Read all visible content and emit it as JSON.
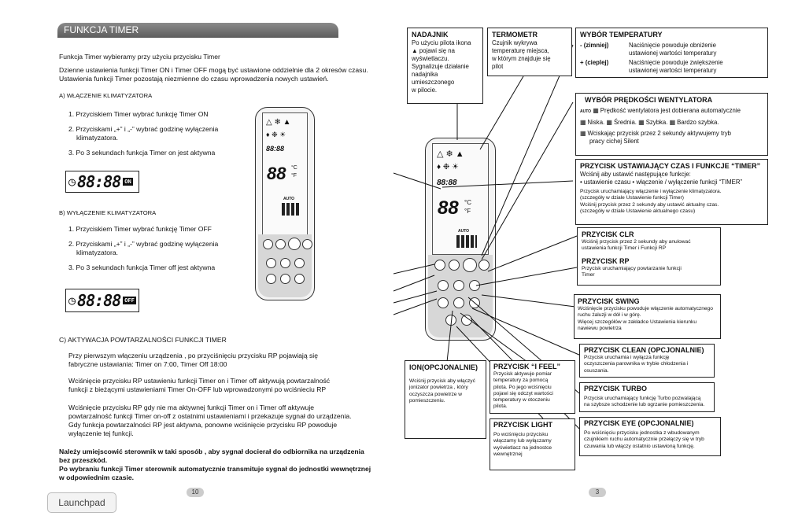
{
  "left": {
    "header": "FUNKCJA TIMER",
    "intro": "Funkcja Timer wybieramy przy użyciu przycisku Timer",
    "para1": "Dzienne ustawienia funkcji Timer ON i Timer OFF mogą być ustawione oddzielnie dla 2 okresów czasu.",
    "para2": "Ustawienia funkcji Timer pozostają niezmienne do czasu wprowadzenia nowych ustawień.",
    "secA": "A)  WŁĄCZENIE KLIMATYZATORA",
    "a1": "1.  Przyciskiem Timer wybrać funkcję Timer ON",
    "a2a": "2.  Przyciskami „+” i „-” wybrać godzinę wyłączenia",
    "a2b": "klimatyzatora.",
    "a3": "3.  Po 3 sekundach funkcja Timer on jest aktywna",
    "lcd_on_digits": "88:88",
    "lcd_on_tag": "ON",
    "secB": "B)  WYŁĄCZENIE KLIMATYZATORA",
    "b1": "1.  Przyciskiem Timer wybrać funkcję Timer OFF",
    "b2a": "2.  Przyciskami „+” i „-” wybrać godzinę wyłączenia",
    "b2b": "klimatyzatora.",
    "b3": "3.  Po 3 sekundach funkcja Timer off jest aktywna",
    "lcd_off_digits": "88:88",
    "lcd_off_tag": "OFF",
    "secC": "C)  AKTYWACJA POWTARZALNOŚCI FUNKCJI TIMER",
    "c1a": "Przy pierwszym włączeniu urządzenia , po przyciśnięciu przycisku RP pojawiają się",
    "c1b": "fabryczne ustawiania: Timer on 7:00, Timer Off 18:00",
    "c2a": "Wciśnięcie przycisku RP ustawieniu funkcji Timer on i Timer off aktywują powtarzalność",
    "c2b": "funkcji z bieżącymi ustawieniami Timer On-OFF lub wprowadzonymi po wciśnieciu RP",
    "c3a": "Wciśnięcie przycisku RP gdy nie ma aktywnej funkcji Timer on i Timer off aktywuje",
    "c3b": "powtarzalność funkcji Timer on-off z  ostatnimi ustawieniami i przekazuje sygnał do urządzenia.",
    "c3c": "Gdy funkcja powtarzalności RP jest aktywna, ponowne wciśnięcie przycisku RP powoduje",
    "c3d": "wyłączenie tej funkcji.",
    "bold1": "Należy umiejscowić sterownik w taki sposób , aby sygnał docierał do odbiornika na urządzenia",
    "bold2": "bez przeszkód.",
    "bold3": "Po wybraniu funkcji Timer sterownik automatycznie transmituje sygnał do jednostki wewnętrznej",
    "bold4": "w odpowiednim czasie.",
    "page": "10"
  },
  "right": {
    "nadajnik": {
      "title": "NADAJNIK",
      "l1": "Po użyciu pilota ikona",
      "l2": "pojawi się na",
      "l3": "wyświetlaczu.",
      "l4": "Sygnalizuje działanie",
      "l5": "nadajnika",
      "l6": "umieszczonego",
      "l7": "w pilocie."
    },
    "termometr": {
      "title": "TERMOMETR",
      "l1": "Czujnik wykrywa",
      "l2": "temperaturę miejsca,",
      "l3": "w którym znajduje się",
      "l4": "pilot"
    },
    "temp": {
      "title": "WYBÓR TEMPERATURY",
      "r1k": "- (zimniej)",
      "r1a": "Naciśnięcie powoduje obniżenie",
      "r1b": "ustawionej wartości temperatury",
      "r2k": "+ (cieplej)",
      "r2a": "Naciśnięcie powoduje zwiększenie",
      "r2b": "ustawionej wartości temperatury"
    },
    "fan": {
      "title": "WYBÓR PRĘDKOŚCI WENTYLATORA",
      "l1": "Prędkość wentylatora jest dobierana automatycznie",
      "l2": "Niska.",
      "l3": "Średnia.",
      "l4": "Szybka.",
      "l5": "Bardzo szybka.",
      "l6": "Wciskając przycisk przez 2 sekundy aktywujemy tryb",
      "l7": "pracy cichej Silent",
      "auto": "AUTO"
    },
    "clock": {
      "title": "PRZYCISK USTAWIAJĄCY CZAS I FUNKCJE “TIMER”",
      "l1": "Wciśnij aby ustawić następujące funkcje:",
      "l2": "• ustawienie czasu • włączenie / wyłączenie funkcji “TIMER”",
      "l3": "Przycisk uruchamiający włączenie i wyłączenie klimatyzatora.",
      "l4": "(szczegóły w dziale Ustawienie funkcji Timer)",
      "l5": "Wciśnij przycisk przez 2 sekundy aby ustawić aktualny czas.",
      "l6": "(szczegóły w dziale Ustawienie aktualnego czasu)"
    },
    "clr": {
      "title": "PRZYCISK CLR",
      "l1": "Wciśnij przycisk przez 2 sekundy aby anulować",
      "l2": "ustawienia funkcji Timer i Funkcji RP",
      "t2": "PRZYCISK RP",
      "l3": "Przycisk uruchamiający powtarzanie funkcji",
      "l4": "Timer"
    },
    "swing": {
      "title": "PRZYCISK SWING",
      "l1": "Wciśnięcie przycisku powoduje włączenie automatycznego",
      "l2": "ruchu  żaluzji w dół i w górę.",
      "l3": "Więcej szczegółów w zakładce Ustawienia kierunku",
      "l4": "nawiewu powietrza"
    },
    "clean": {
      "title": "PRZYCISK CLEAN (OPCJONALNIE)",
      "l1": "Przycisk uruchamia i wyłącza funkcję",
      "l2": "oczyszczenia parownika w trybie chłodzenia i",
      "l3": "osuszania."
    },
    "turbo": {
      "title": "PRZYCISK TURBO",
      "l1": "Przycisk uruchamiający funkcję Turbo pozwalającą",
      "l2": "na szybsze schodzenie lub ogrzanie pomieszczenia."
    },
    "eye": {
      "title": "PRZYCISK EYE (OPCJONALNIE)",
      "l1": "Po wciśnięciu przycisku jednostka z wbudowanym",
      "l2": "czujnikiem ruchu automatycznie przełączy się w tryb",
      "l3": "czuwania lub włączy ostatnio ustawioną funkcję."
    },
    "ion": {
      "title": "ION(OPCJONALNIE)",
      "l1": "Wciśnij przycisk aby włączyć",
      "l2": "jonizator powietrza , który",
      "l3": "oczyszcza powietrze w",
      "l4": "pomieszczeniu."
    },
    "ifeel": {
      "title": "PRZYCISK “I FEEL”",
      "l1": "Przycisk aktywuje pomiar",
      "l2": "temperatury za pomocą",
      "l3": "pilota. Po jego wciśnięciu",
      "l4": "pojawi się odczyt wartości",
      "l5": "temperatury w otoczeniu",
      "l6": "pilota."
    },
    "light": {
      "title": "PRZYCISK LIGHT",
      "l1": "Po wciśnięciu przycisku",
      "l2": "włączamy lub wyłączamy",
      "l3": "wyświetlacz na jednostce",
      "l4": "wewnętrznej"
    },
    "page": "3"
  },
  "remote_left": {
    "time": "88:88",
    "temp": "88",
    "unit_c": "°C",
    "unit_f": "°F",
    "auto": "AUTO"
  },
  "remote_right": {
    "time": "88:88",
    "temp": "88",
    "unit_c": "°C",
    "unit_f": "°F",
    "auto": "AUTO"
  },
  "taskbar": {
    "launchpad": "Launchpad"
  }
}
